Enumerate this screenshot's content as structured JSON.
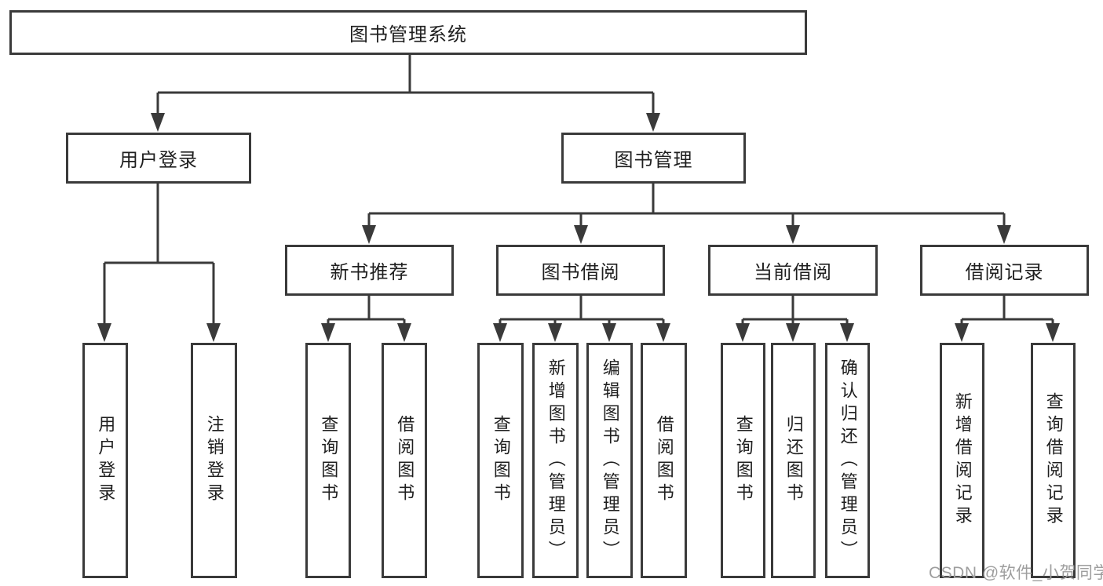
{
  "diagram_title": "图书管理系统",
  "tree": {
    "label": "图书管理系统",
    "children": [
      {
        "label": "用户登录",
        "children": [
          {
            "label": "用户登录"
          },
          {
            "label": "注销登录"
          }
        ]
      },
      {
        "label": "图书管理",
        "children": [
          {
            "label": "新书推荐",
            "children": [
              {
                "label": "查询图书"
              },
              {
                "label": "借阅图书"
              }
            ]
          },
          {
            "label": "图书借阅",
            "children": [
              {
                "label": "查询图书"
              },
              {
                "label": "新增图书（管理员）"
              },
              {
                "label": "编辑图书（管理员）"
              },
              {
                "label": "借阅图书"
              }
            ]
          },
          {
            "label": "当前借阅",
            "children": [
              {
                "label": "查询图书"
              },
              {
                "label": "归还图书"
              },
              {
                "label": "确认归还（管理员）"
              }
            ]
          },
          {
            "label": "借阅记录",
            "children": [
              {
                "label": "新增借阅记录"
              },
              {
                "label": "查询借阅记录"
              }
            ]
          }
        ]
      }
    ]
  },
  "watermark": {
    "text": "CSDN @软件_小贺同学"
  },
  "colors": {
    "background": "#ffffff",
    "line": "#3a3a3a",
    "node_fill": "#ffffff",
    "text": "#1f1f1f",
    "watermark": "#9e9e9e"
  }
}
